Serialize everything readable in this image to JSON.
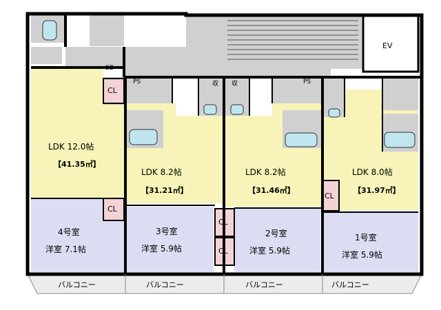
{
  "units": [
    {
      "room": "4号室",
      "ldk": "LDK 12.0帖",
      "area": "【41.35㎡】",
      "bedroom": "洋室 7.1帖"
    },
    {
      "room": "3号室",
      "ldk": "LDK 8.2帖",
      "area": "【31.21㎡】",
      "bedroom": "洋室 5.9帖"
    },
    {
      "room": "2号室",
      "ldk": "LDK 8.2帖",
      "area": "【31.46㎡】",
      "bedroom": "洋室 5.9帖"
    },
    {
      "room": "1号室",
      "ldk": "LDK 8.0帖",
      "area": "【31.97㎡】",
      "bedroom": "洋室 5.9帖"
    }
  ],
  "labels": {
    "closet": "CL",
    "elevator": "EV",
    "balcony": "バルコニー",
    "pipe_space": "PS",
    "shoe_box": "SB",
    "storage": "収"
  },
  "colors": {
    "ldk": "#f7f3b9",
    "bedroom": "#dcdcf2",
    "service": "#d0d0d0",
    "wall": "#000000",
    "floor": "#ffffff"
  }
}
